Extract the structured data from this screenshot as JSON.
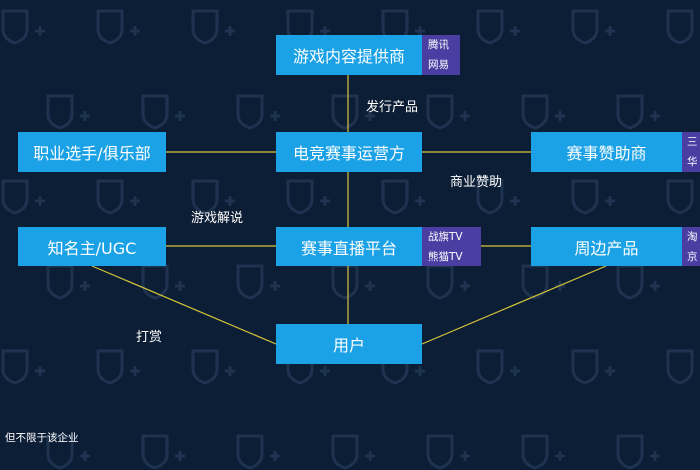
{
  "nodes": {
    "game_provider": "游戏内容提供商",
    "esports_operator": "电竞赛事运营方",
    "pro_players": "职业选手/俱乐部",
    "sponsor": "赛事赞助商",
    "creator": "知名主/UGC",
    "live_platform": "赛事直播平台",
    "merch": "周边产品",
    "user": "用户"
  },
  "tags": {
    "game_provider": [
      "腾讯",
      "网易"
    ],
    "live_platform": [
      "战旗TV",
      "熊猫TV"
    ],
    "sponsor": [
      "三",
      "华"
    ],
    "merch": [
      "淘",
      "京"
    ]
  },
  "labels": {
    "publish": "发行产品",
    "business_sponsor": "商业赞助",
    "commentary": "游戏解说",
    "tip": "打赏"
  },
  "footnote": "但不限于该企业",
  "colors": {
    "background": "#0c1e35",
    "node": "#1aa1e6",
    "tag": "#4b3ea3",
    "line": "#d7c53a"
  }
}
